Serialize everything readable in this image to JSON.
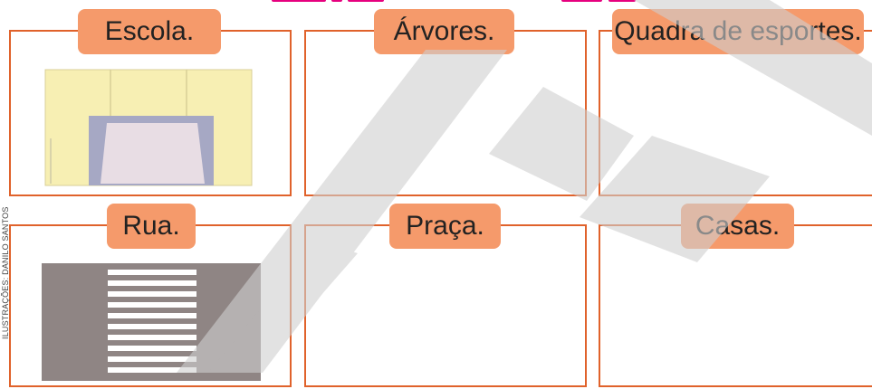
{
  "cards": [
    {
      "label": "Escola."
    },
    {
      "label": "Árvores."
    },
    {
      "label": "Quadra de esportes."
    },
    {
      "label": "Rua."
    },
    {
      "label": "Praça."
    },
    {
      "label": "Casas."
    }
  ],
  "credit": "ILUSTRAÇÕES: DANILO SANTOS",
  "colors": {
    "border": "#e0622b",
    "label_bg": "#f59a6b",
    "heading_strip": "#e6007e"
  }
}
